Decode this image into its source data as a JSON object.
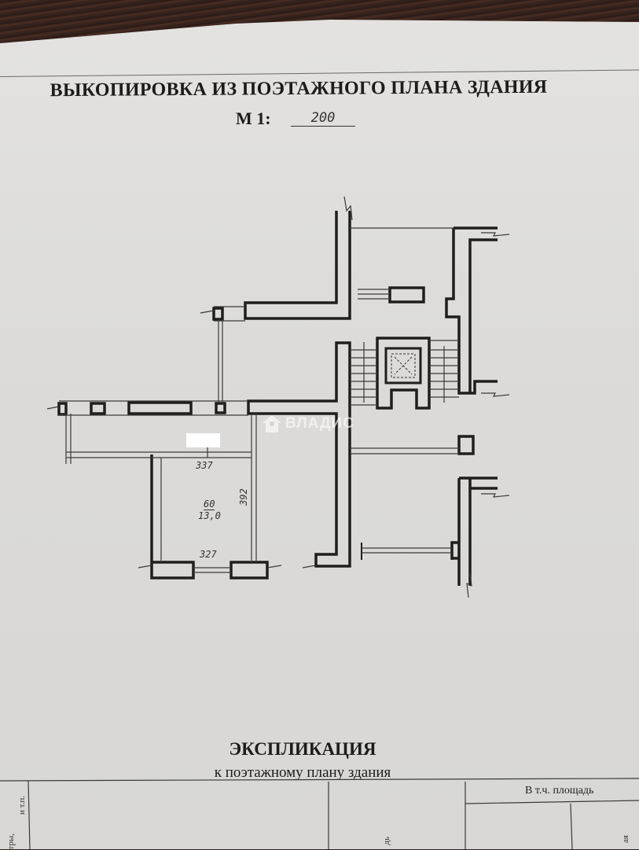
{
  "document": {
    "title": "ВЫКОПИРОВКА ИЗ ПОЭТАЖНОГО ПЛАНА ЗДАНИЯ",
    "scale_label": "М 1:",
    "scale_value": "200"
  },
  "plan": {
    "room": {
      "number": "60",
      "area": "13,0",
      "dim_top": "337",
      "dim_bottom": "327",
      "dim_side": "392"
    },
    "watermark": {
      "icon": "house-key-icon",
      "text": "ВЛАДИС"
    }
  },
  "explication": {
    "title": "ЭКСПЛИКАЦИЯ",
    "subtitle": "к поэтажному плану здания",
    "table": {
      "header_including_area": "В т.ч. площадь",
      "col_left_partial": "и т.п.",
      "col_left_partial2": "тры,",
      "col_mid_partial": "дь",
      "col_right_partial": "ая"
    }
  },
  "colors": {
    "paper": "#dcdbd9",
    "ink": "#1c1c1c",
    "wood": "#2e1f1a"
  }
}
